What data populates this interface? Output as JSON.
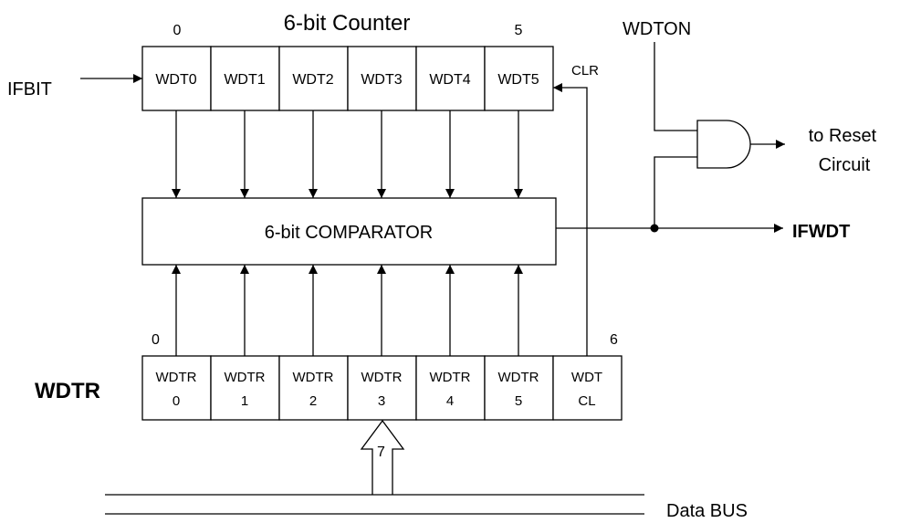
{
  "counter": {
    "title": "6-bit Counter",
    "start_index": "0",
    "end_index": "5",
    "cells": [
      "WDT0",
      "WDT1",
      "WDT2",
      "WDT3",
      "WDT4",
      "WDT5"
    ],
    "clear_label": "CLR"
  },
  "input_label": "IFBIT",
  "comparator_label": "6-bit COMPARATOR",
  "gate_input_label": "WDTON",
  "reset_output": {
    "line1": "to Reset",
    "line2": "Circuit"
  },
  "flag_output": "IFWDT",
  "register": {
    "name": "WDTR",
    "start_index": "0",
    "end_index": "6",
    "cells": [
      {
        "top": "WDTR",
        "bottom": "0"
      },
      {
        "top": "WDTR",
        "bottom": "1"
      },
      {
        "top": "WDTR",
        "bottom": "2"
      },
      {
        "top": "WDTR",
        "bottom": "3"
      },
      {
        "top": "WDTR",
        "bottom": "4"
      },
      {
        "top": "WDTR",
        "bottom": "5"
      },
      {
        "top": "WDT",
        "bottom": "CL"
      }
    ]
  },
  "bus": {
    "width": "7",
    "label": "Data BUS"
  }
}
